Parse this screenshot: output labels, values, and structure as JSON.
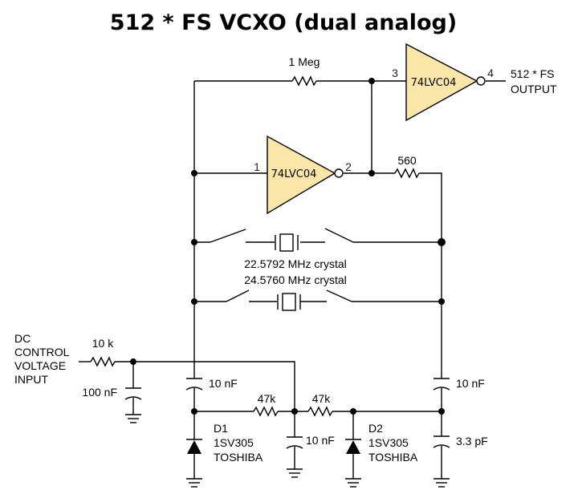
{
  "title": "512 * FS VCXO (dual analog)",
  "components": {
    "r_feedback": "1 Meg",
    "r_output": "560",
    "r_control": "10 k",
    "r_bias_left": "47k",
    "r_bias_right": "47k",
    "c_input_filter": "100 nF",
    "c_left_coupling": "10 nF",
    "c_mid": "10 nF",
    "c_right_coupling": "10 nF",
    "c_load": "3.3 pF"
  },
  "gates": {
    "u1": {
      "label": "74LVC04",
      "pin_in": "1",
      "pin_out": "2"
    },
    "u2": {
      "label": "74LVC04",
      "pin_in": "3",
      "pin_out": "4"
    }
  },
  "crystals": {
    "x1": "22.5792 MHz crystal",
    "x2": "24.5760 MHz crystal"
  },
  "diodes": {
    "d1": {
      "ref": "D1",
      "part": "1SV305",
      "maker": "TOSHIBA"
    },
    "d2": {
      "ref": "D2",
      "part": "1SV305",
      "maker": "TOSHIBA"
    }
  },
  "terminals": {
    "control_input": [
      "DC",
      "CONTROL",
      "VOLTAGE",
      "INPUT"
    ],
    "output": [
      "512 * FS",
      "OUTPUT"
    ]
  }
}
